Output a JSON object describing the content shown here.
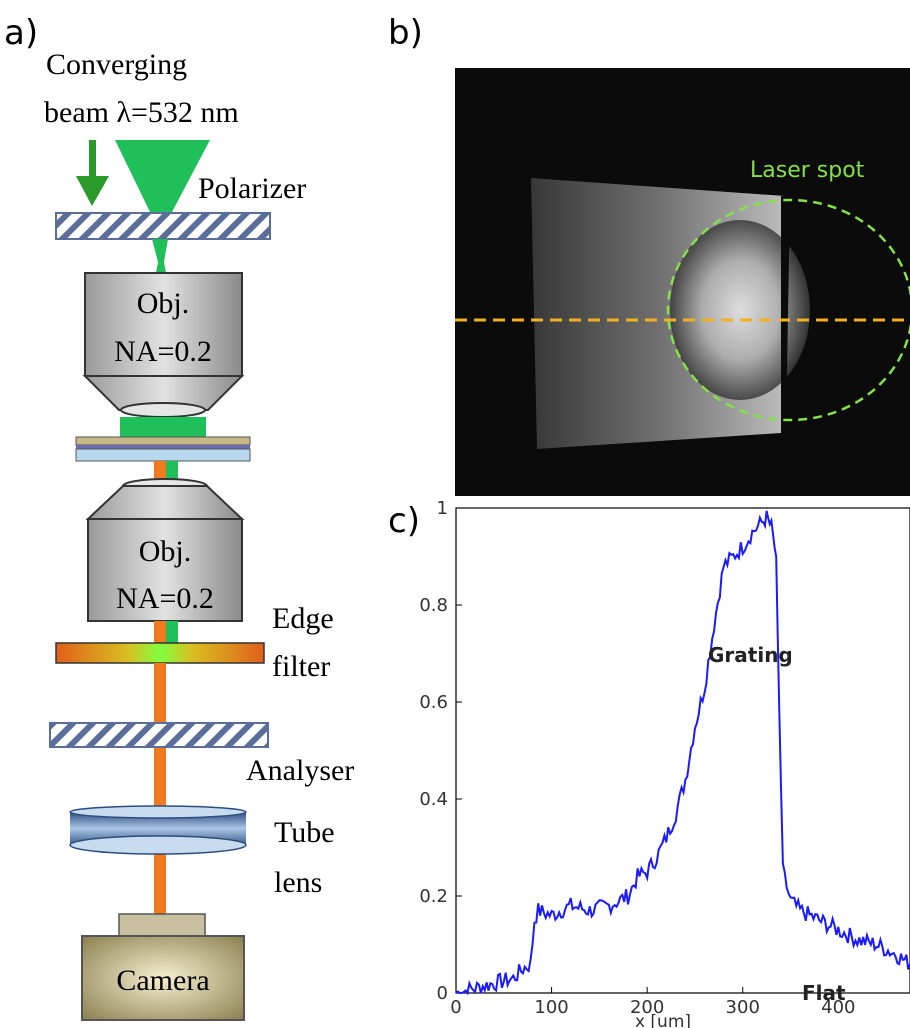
{
  "panel_a": {
    "letter": "a)",
    "beam_label_line1": "Converging",
    "beam_label_line2": "beam λ=532 nm",
    "polarizer": "Polarizer",
    "objective1_line1": "Obj.",
    "objective1_line2": "NA=0.2",
    "objective2_line1": "Obj.",
    "objective2_line2": "NA=0.2",
    "edge_filter_line1": "Edge",
    "edge_filter_line2": "filter",
    "analyser": "Analyser",
    "tube_lens_line1": "Tube",
    "tube_lens_line2": "lens",
    "camera": "Camera",
    "colors": {
      "green_beam": "#1fbf5a",
      "orange_beam": "#f07a1e",
      "arrow": "#2a9a2a",
      "hatch": "#5b6e9a"
    }
  },
  "panel_b": {
    "letter": "b)",
    "laser_spot_label": "Laser spot",
    "colors": {
      "spot_circle": "#86e04a",
      "line_profile": "#f0b020"
    }
  },
  "panel_c": {
    "letter": "c)",
    "annotation_grating": "Grating",
    "annotation_flat": "Flat"
  },
  "chart_data": {
    "type": "line",
    "title": "",
    "xlabel": "x [um]",
    "ylabel": "",
    "xlim": [
      0,
      475
    ],
    "ylim": [
      0,
      1
    ],
    "xticks": [
      0,
      100,
      200,
      300,
      400
    ],
    "xtick_labels": [
      "0",
      "100",
      "200",
      "300",
      "400"
    ],
    "yticks": [
      0,
      0.2,
      0.4,
      0.6,
      0.8,
      1
    ],
    "ytick_labels": [
      "0",
      "0.2",
      "0.4",
      "0.6",
      "0.8",
      "1"
    ],
    "grid": false,
    "series": [
      {
        "color": "#1a1aff",
        "x": [
          0,
          20,
          40,
          60,
          70,
          78,
          82,
          86,
          100,
          120,
          140,
          160,
          180,
          190,
          200,
          210,
          220,
          230,
          240,
          250,
          260,
          270,
          280,
          290,
          300,
          310,
          320,
          325,
          330,
          335,
          338,
          342,
          350,
          360,
          380,
          400,
          420,
          440,
          460,
          475
        ],
        "y": [
          0.0,
          0.01,
          0.02,
          0.03,
          0.05,
          0.06,
          0.15,
          0.17,
          0.16,
          0.18,
          0.17,
          0.18,
          0.2,
          0.24,
          0.25,
          0.28,
          0.32,
          0.37,
          0.44,
          0.55,
          0.63,
          0.76,
          0.88,
          0.9,
          0.92,
          0.95,
          0.97,
          0.98,
          0.96,
          0.9,
          0.6,
          0.25,
          0.19,
          0.17,
          0.15,
          0.13,
          0.11,
          0.1,
          0.08,
          0.06
        ]
      }
    ]
  }
}
